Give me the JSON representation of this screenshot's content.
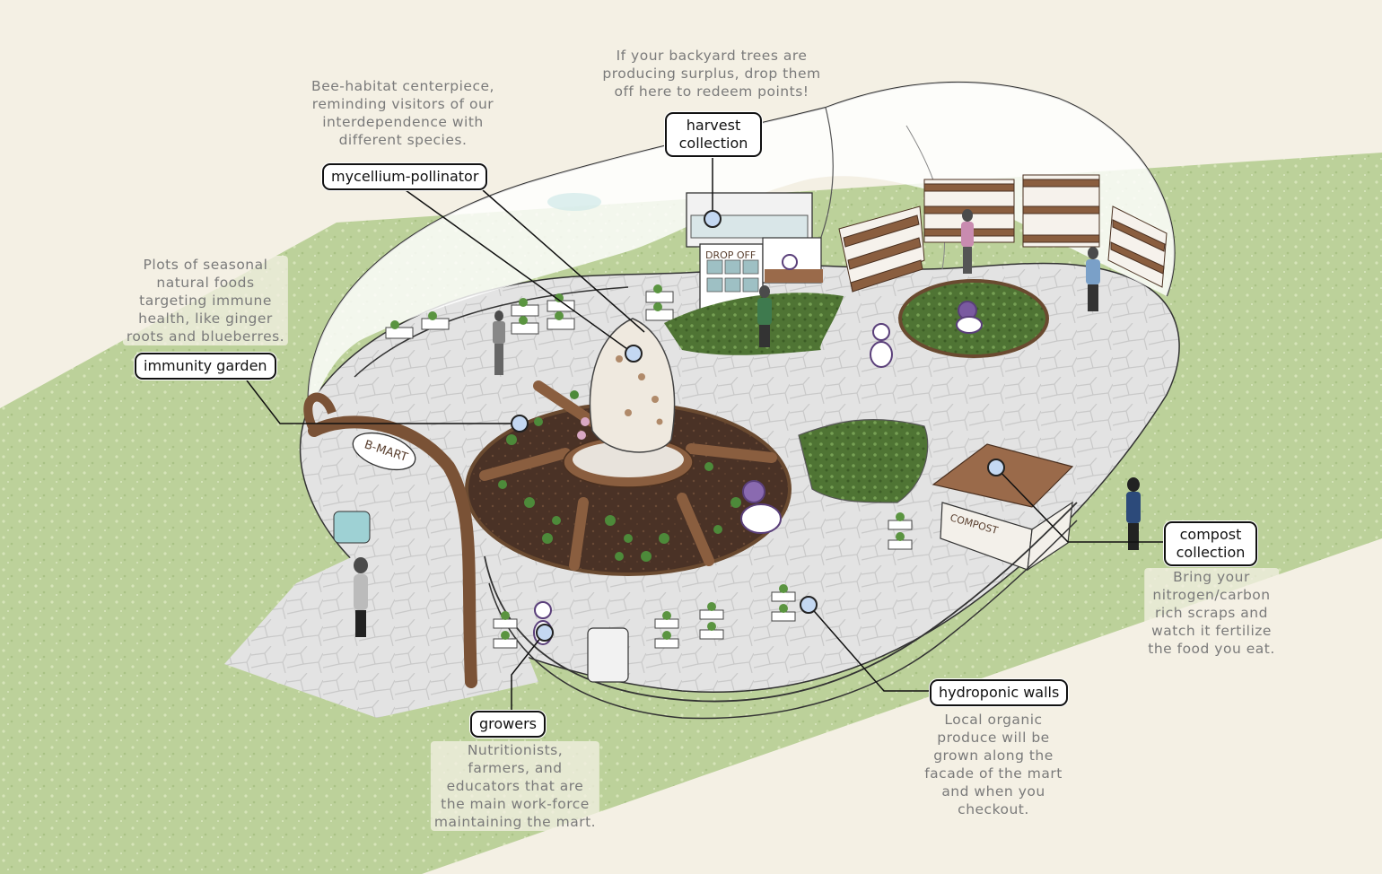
{
  "labels": {
    "harvest": "harvest\ncollection",
    "mycelium": "mycellium-pollinator",
    "immunity": "immunity garden",
    "compost": "compost\ncollection",
    "hydroponic": "hydroponic walls",
    "growers": "growers"
  },
  "descriptions": {
    "harvest": "If your backyard trees are\nproducing surplus, drop them\noff here to redeem points!",
    "mycelium": "Bee-habitat centerpiece,\nreminding visitors of our\ninterdependence with\ndifferent species.",
    "immunity": "Plots of seasonal\nnatural foods\ntargeting immune\nhealth, like ginger\nroots and blueberres.",
    "compost": "Bring your\nnitrogen/carbon\nrich scraps and\nwatch it fertilize\nthe food you eat.",
    "hydroponic": "Local organic\nproduce will be\ngrown along the\nfacade of the mart\nand when you\ncheckout.",
    "growers": "Nutritionists,\nfarmers, and\neducators that are\nthe main work-force\nmaintaining the mart."
  },
  "signs": {
    "entrance": "B-MART",
    "dropoff": "DROP OFF",
    "compost_bin": "COMPOST"
  },
  "colors": {
    "background": "#f4f0e4",
    "lawn": "#bcd19a",
    "floor": "#e2e2e2",
    "soil": "#4a3226",
    "wood": "#8a5e3f",
    "marker": "#c4d8f2"
  }
}
